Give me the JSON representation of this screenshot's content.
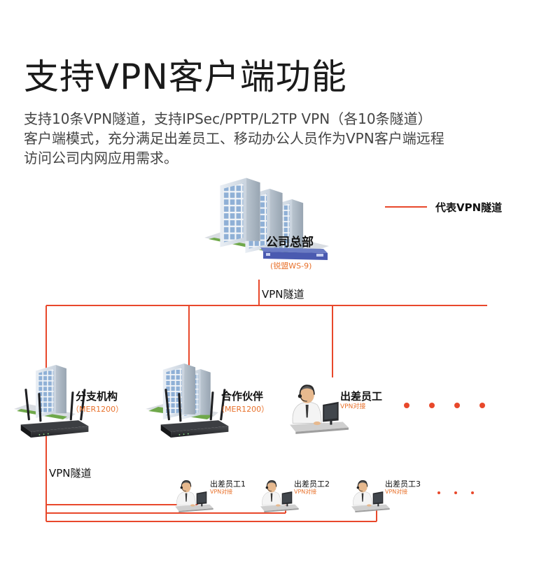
{
  "title": "支持VPN客户端功能",
  "description": [
    "支持10条VPN隧道，支持IPSec/PPTP/L2TP VPN（各10条隧道）",
    "客户端模式，充分满足出差员工、移动办公人员作为VPN客户端远程",
    "访问公司内网应用需求。"
  ],
  "legend": {
    "label": "代表VPN隧道",
    "color": "#e8482b"
  },
  "hq": {
    "label": "公司总部",
    "device": "(锐盟WS-9)"
  },
  "tunnel_label_top": "VPN隧道",
  "tunnel_label_bottom": "VPN隧道",
  "branch": {
    "label": "分支机构",
    "device": "（MER1200）"
  },
  "partner": {
    "label": "合作伙伴",
    "device": "（MER1200）"
  },
  "traveler": {
    "label": "出差员工",
    "sub": "VPN对接"
  },
  "employees": [
    {
      "label": "出差员工1",
      "sub": "VPN对接"
    },
    {
      "label": "出差员工2",
      "sub": "VPN对接"
    },
    {
      "label": "出差员工3",
      "sub": "VPN对接"
    }
  ],
  "colors": {
    "tunnel": "#e8482b",
    "accent_orange": "#e8712b",
    "building_blue": "#8fb0d6",
    "router_dark": "#2d2f33"
  }
}
